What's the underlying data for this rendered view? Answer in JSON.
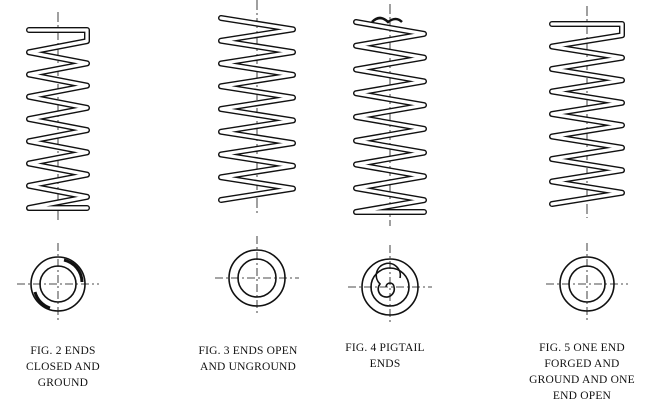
{
  "figures": [
    {
      "id": "fig2",
      "end_type": "closed-and-ground",
      "caption_lines": [
        "Fig. 2  Ends",
        "Closed and",
        "Ground"
      ]
    },
    {
      "id": "fig3",
      "end_type": "open-and-unground",
      "caption_lines": [
        "Fig. 3  Ends Open",
        "and Unground"
      ]
    },
    {
      "id": "fig4",
      "end_type": "pigtail",
      "caption_lines": [
        "Fig. 4  Pigtail",
        "Ends"
      ]
    },
    {
      "id": "fig5",
      "end_type": "forged-ground-one-end-open",
      "caption_lines": [
        "Fig. 5  One End",
        "Forged and",
        "Ground and One",
        "End Open"
      ]
    }
  ],
  "colors": {
    "ink": "#111111",
    "background": "#ffffff"
  }
}
